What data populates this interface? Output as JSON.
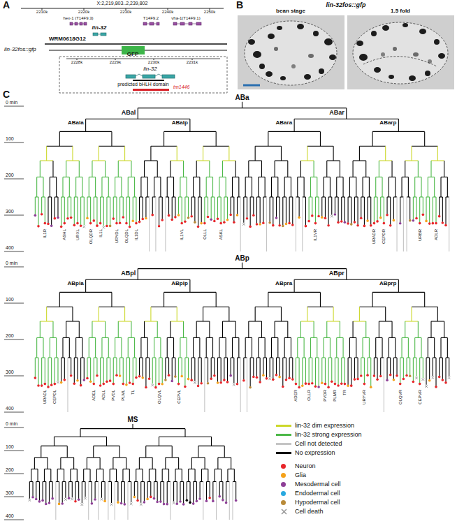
{
  "diagram": {
    "nodes": [
      {
        "text": [
          "GFP"
        ]
      }
    ],
    "labels": [
      "A",
      "X:2,219,803..2,239,802",
      "2210k",
      "2220k",
      "2230k",
      "2240k",
      "2250k",
      "hex-1 (T14F9.3)",
      "T14F9.2",
      "vha-1(T14F9.1)",
      "lin-32",
      "WRM0618G12",
      "lin-32fos::gfp",
      "2228k",
      "2229k",
      "2230k",
      "2231k",
      "lin-32",
      "predicted bHLH domain",
      "tm1446",
      "B",
      "lin-32fos::gfp",
      "bean stage",
      "1.5 fold",
      "C",
      "0 min",
      "100",
      "200",
      "300",
      "400",
      "ABa",
      "ABal",
      "ABar",
      "ABala",
      "ABalp",
      "ABara",
      "ABarp",
      "IL1R",
      "ASHL",
      "URXL",
      "OLQDR",
      "IL1L",
      "URYDL",
      "OLQDL",
      "IL1DL",
      "IL1VL",
      "OLLL",
      "ASKL",
      "IL1VR",
      "URADR",
      "CEPDR",
      "URBR",
      "ADLR",
      "0 min",
      "100",
      "200",
      "300",
      "400",
      "ABp",
      "ABpl",
      "ABpr",
      "ABpla",
      "ABplp",
      "ABpra",
      "ABprp",
      "URADL",
      "CEPDL",
      "ADEL",
      "ADLL",
      "PVDL",
      "PLML",
      "TL",
      "OLQVL",
      "CEPVL",
      "ADER",
      "OLLR",
      "PVDR",
      "PLMR",
      "TR",
      "URYVR",
      "OLQVR",
      "CEPVR",
      "0 min",
      "100",
      "200",
      "300",
      "400",
      "MS"
    ],
    "legend": [
      {
        "text": "lin-32 dim expression",
        "color": "#ccd82a"
      },
      {
        "text": "lin-32 strong expression",
        "color": "#4cb848"
      },
      {
        "text": "Cell not detected",
        "color": "#c4c4c4"
      },
      {
        "text": "No expression",
        "color": "#000000"
      },
      {
        "text": "Neuron",
        "color": "#e8262a"
      },
      {
        "text": "Glia",
        "color": "#f5a21b"
      },
      {
        "text": "Mesodermal cell",
        "color": "#8e3f97"
      },
      {
        "text": "Endodermal cell",
        "color": "#29a9e0"
      },
      {
        "text": "Hypodermal cell",
        "color": "#b98b3a"
      },
      {
        "text": "Cell death"
      }
    ]
  }
}
